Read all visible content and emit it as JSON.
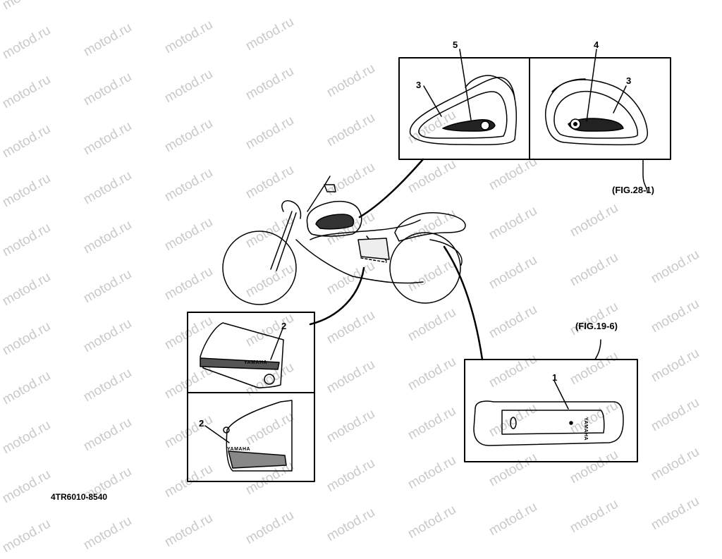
{
  "watermark": "motod.ru",
  "part_code": "4TR6010-8540",
  "figure_refs": {
    "tank": "(FIG.28-1)",
    "seat": "(FIG.19-6)"
  },
  "callouts": {
    "c1": "1",
    "c2_upper": "2",
    "c2_lower": "2",
    "c3_left": "3",
    "c3_right": "3",
    "c4": "4",
    "c5": "5"
  },
  "decal_text": {
    "side_upper": "YAMAHA",
    "side_lower": "YAMAHA",
    "seat": "YAMAHA"
  }
}
